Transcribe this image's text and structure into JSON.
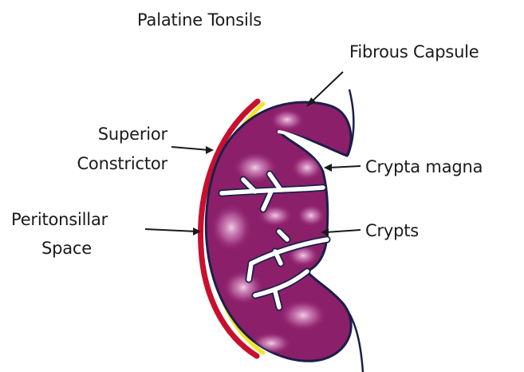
{
  "diagram": {
    "title": "Palatine Tonsils",
    "labels": {
      "fibrous_capsule": "Fibrous Capsule",
      "superior_constrictor_line1": "Superior",
      "superior_constrictor_line2": "Constrictor",
      "crypta_magna": "Crypta magna",
      "peritonsillar_line1": "Peritonsillar",
      "peritonsillar_line2": "Space",
      "crypts": "Crypts"
    },
    "colors": {
      "tonsil": "#8c1f6a",
      "tonsil_outline": "#1b1f4a",
      "constrictor_muscle": "#c8102e",
      "peritonsillar_space": "#f2e52a",
      "crypt_fill": "#ffffff",
      "leader_line": "#1a1a1a"
    }
  }
}
